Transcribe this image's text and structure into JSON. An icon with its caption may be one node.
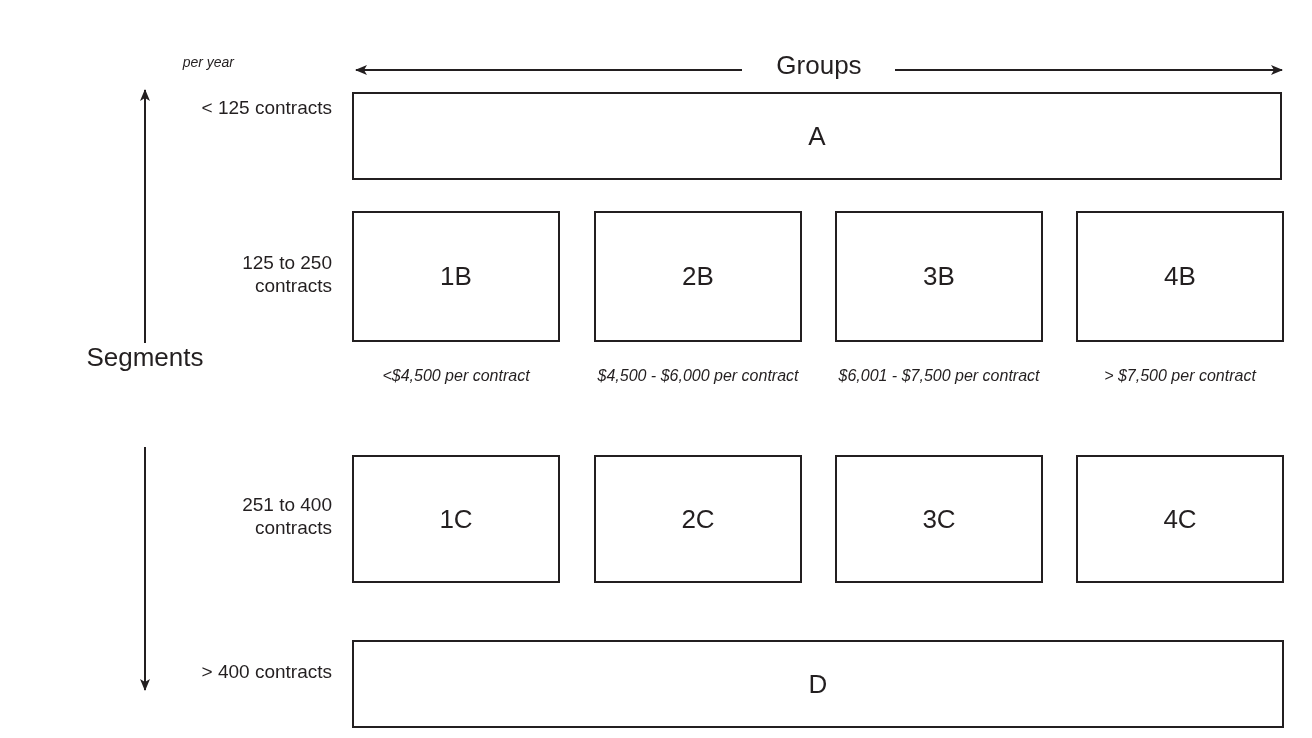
{
  "diagram": {
    "nodes": [
      {
        "text": [
          "A"
        ]
      },
      {
        "text": [
          "1B"
        ]
      },
      {
        "text": [
          "2B"
        ]
      },
      {
        "text": [
          "3B"
        ]
      },
      {
        "text": [
          "4B"
        ]
      },
      {
        "text": [
          "1C"
        ]
      },
      {
        "text": [
          "2C"
        ]
      },
      {
        "text": [
          "3C"
        ]
      },
      {
        "text": [
          "4C"
        ]
      },
      {
        "text": [
          "D"
        ]
      }
    ],
    "edges": [],
    "labels": [
      "Groups",
      "per year",
      "< 125 contracts",
      "125 to 250 contracts",
      "Segments",
      "<$4,500 per contract",
      "$4,500 - $6,000 per contract",
      "$6,001 - $7,500 per contract",
      "> $7,500 per contract",
      "251 to 400 contracts",
      "> 400 contracts"
    ]
  }
}
